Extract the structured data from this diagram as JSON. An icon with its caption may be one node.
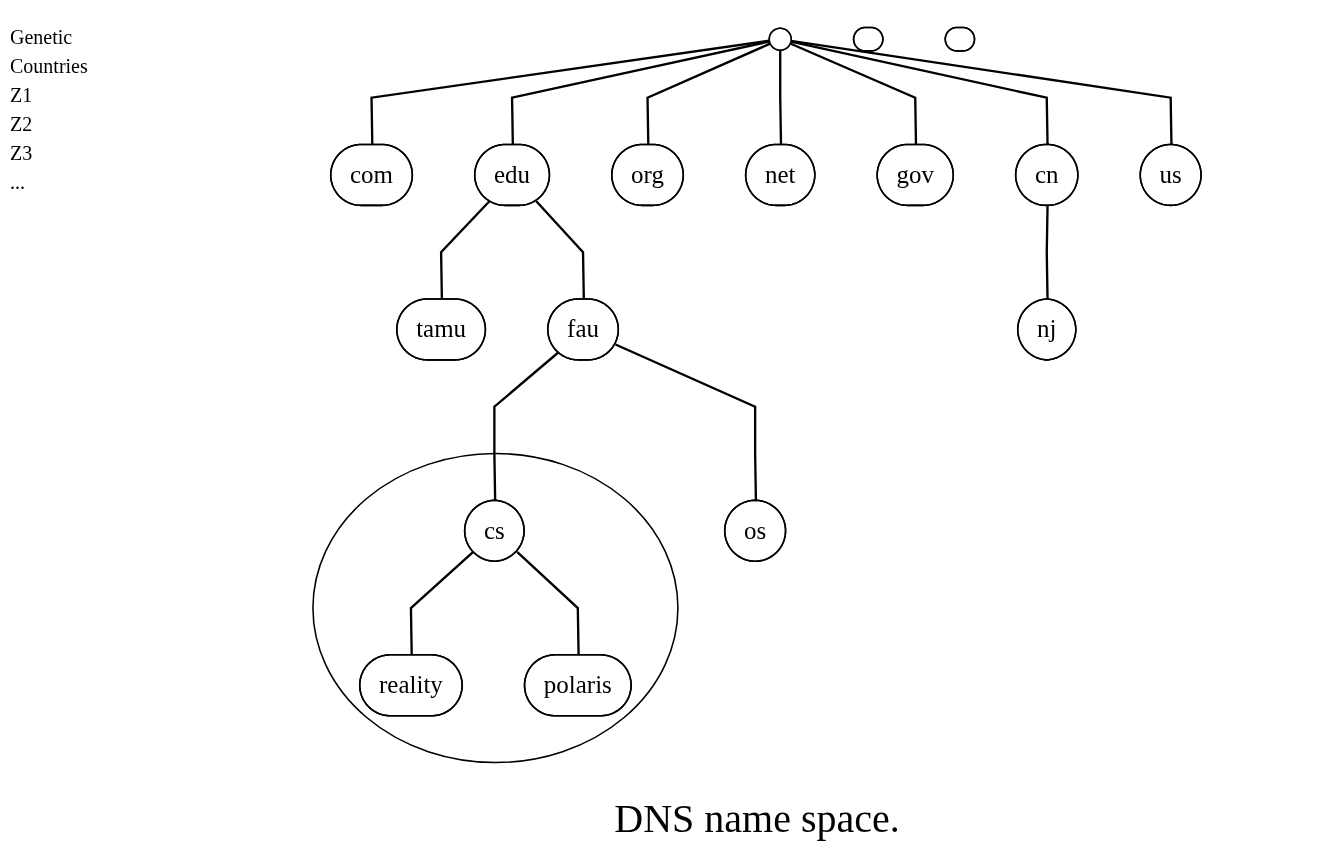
{
  "diagram": {
    "caption": "DNS name space.",
    "nodes": [
      {
        "text": [],
        "shape": "point"
      },
      {
        "text": [
          "com"
        ]
      },
      {
        "text": [
          "edu"
        ]
      },
      {
        "text": [
          "org"
        ]
      },
      {
        "text": [
          "net"
        ]
      },
      {
        "text": [
          "gov"
        ]
      },
      {
        "text": [
          "cn"
        ]
      },
      {
        "text": [
          "us"
        ]
      },
      {
        "text": [
          "tamu"
        ]
      },
      {
        "text": [
          "fau"
        ]
      },
      {
        "text": [],
        "shape": "ellipse"
      },
      {
        "text": [],
        "shape": "ellipse"
      },
      {
        "text": [
          "nj"
        ]
      },
      {
        "text": [],
        "shape": "ellipse"
      },
      {
        "text": [
          "cs"
        ],
        "in": 13
      },
      {
        "text": [
          "os"
        ]
      },
      {
        "text": [
          "reality"
        ],
        "in": 13
      },
      {
        "text": [
          "polaris"
        ],
        "in": 13
      }
    ],
    "edges": [
      {
        "from": 0,
        "to": 1,
        "arrow": "none"
      },
      {
        "from": 0,
        "to": 2,
        "arrow": "none"
      },
      {
        "from": 0,
        "to": 3,
        "arrow": "none"
      },
      {
        "from": 0,
        "to": 4,
        "arrow": "none"
      },
      {
        "from": 0,
        "to": 5,
        "arrow": "none"
      },
      {
        "from": 0,
        "to": 6,
        "arrow": "none"
      },
      {
        "from": 0,
        "to": 7,
        "arrow": "none"
      },
      {
        "from": 2,
        "to": 8,
        "arrow": "none"
      },
      {
        "from": 2,
        "to": 9,
        "arrow": "none"
      },
      {
        "from": 6,
        "to": 12,
        "arrow": "none"
      },
      {
        "from": 9,
        "to": 14,
        "arrow": "none"
      },
      {
        "from": 9,
        "to": 15,
        "arrow": "none"
      },
      {
        "from": 14,
        "to": 16,
        "arrow": "none"
      },
      {
        "from": 14,
        "to": 17,
        "arrow": "none"
      }
    ],
    "labels": [
      "Genetic",
      "Countries",
      "Z1",
      "Z2",
      "Z3",
      "..."
    ]
  }
}
